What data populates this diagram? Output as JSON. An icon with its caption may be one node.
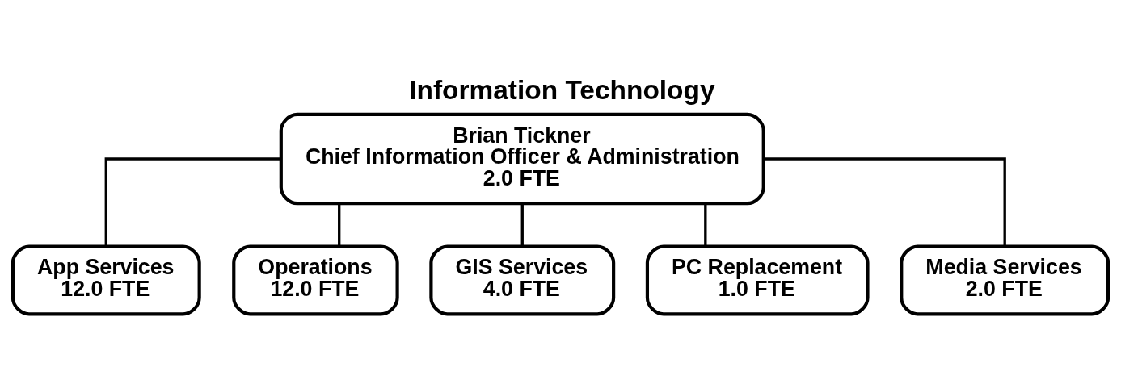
{
  "diagram": {
    "title": "Information Technology",
    "nodes": [
      {
        "text": [
          "Brian Tickner",
          "Chief Information Officer & Administration",
          "2.0 FTE"
        ]
      },
      {
        "text": [
          "App Services",
          "12.0 FTE"
        ]
      },
      {
        "text": [
          "Operations",
          "12.0 FTE"
        ]
      },
      {
        "text": [
          "GIS Services",
          "4.0 FTE"
        ]
      },
      {
        "text": [
          "PC Replacement",
          "1.0 FTE"
        ]
      },
      {
        "text": [
          "Media Services",
          "2.0 FTE"
        ]
      }
    ],
    "edges": [
      {
        "from": 0,
        "to": 1,
        "arrow": "none"
      },
      {
        "from": 0,
        "to": 2,
        "arrow": "none"
      },
      {
        "from": 0,
        "to": 3,
        "arrow": "none"
      },
      {
        "from": 0,
        "to": 4,
        "arrow": "none"
      },
      {
        "from": 0,
        "to": 5,
        "arrow": "none"
      }
    ]
  }
}
